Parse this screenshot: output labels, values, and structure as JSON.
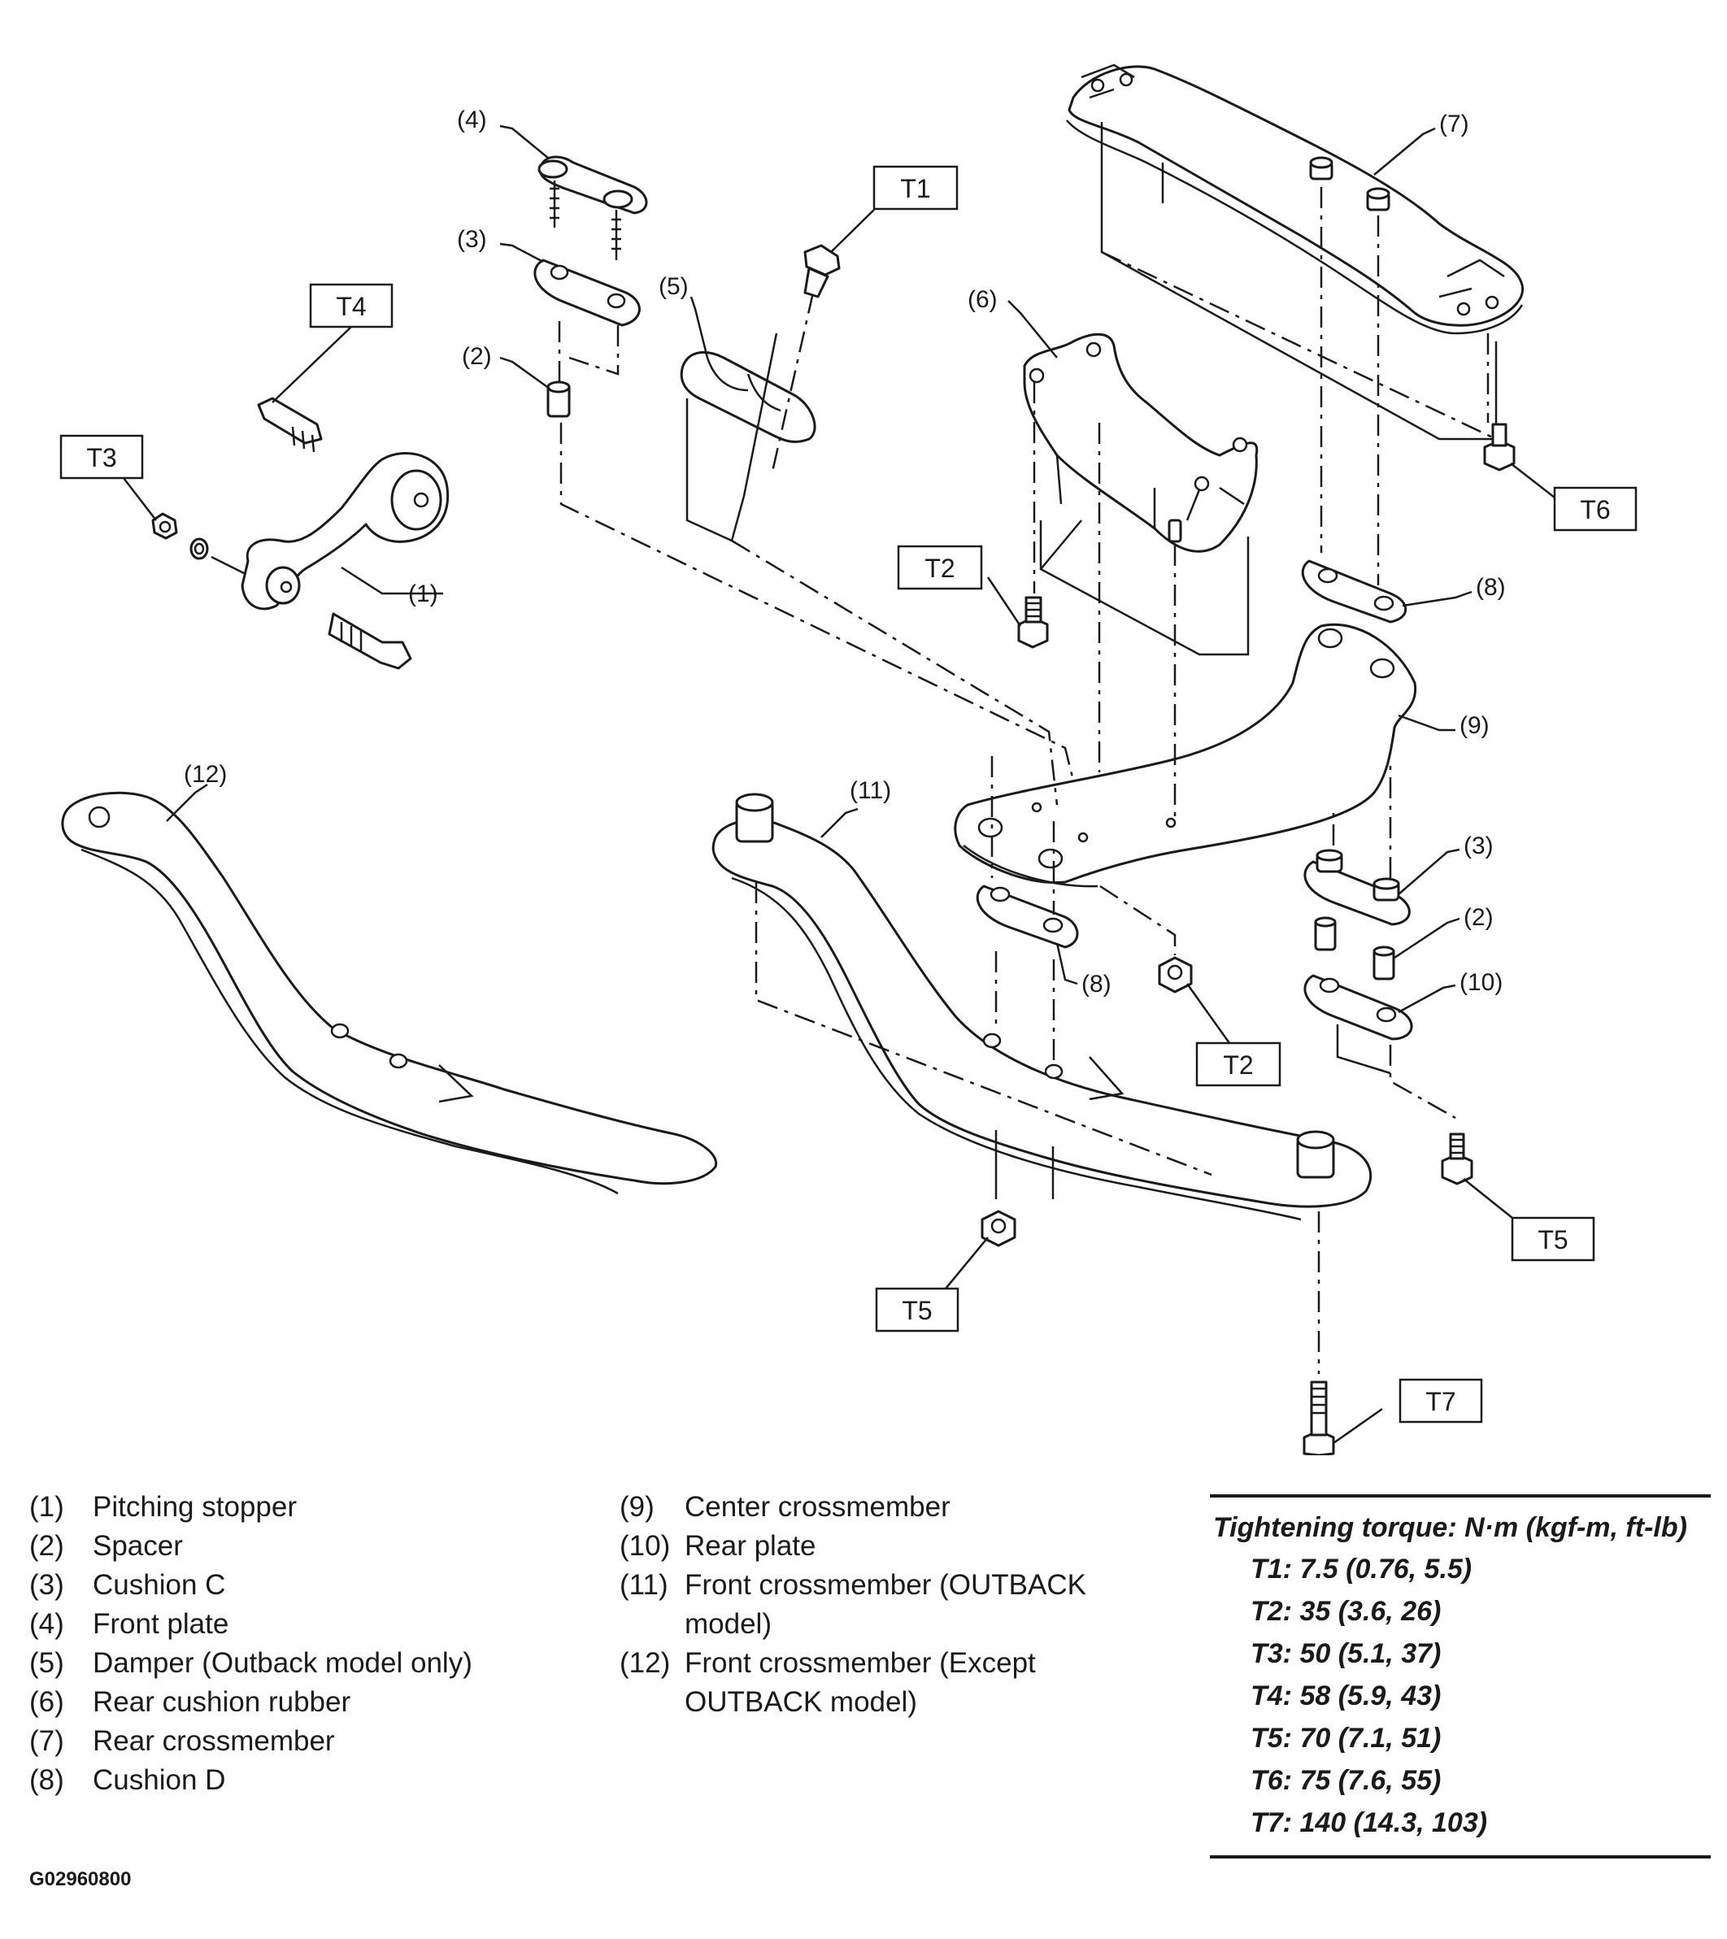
{
  "diagram": {
    "callouts": {
      "c1": "(1)",
      "c2a": "(2)",
      "c2b": "(2)",
      "c3a": "(3)",
      "c3b": "(3)",
      "c4": "(4)",
      "c5": "(5)",
      "c6": "(6)",
      "c7": "(7)",
      "c8a": "(8)",
      "c8b": "(8)",
      "c9": "(9)",
      "c10": "(10)",
      "c11": "(11)",
      "c12": "(12)"
    },
    "torque_tags": {
      "t1": "T1",
      "t2a": "T2",
      "t2b": "T2",
      "t3": "T3",
      "t4": "T4",
      "t5a": "T5",
      "t5b": "T5",
      "t6": "T6",
      "t7": "T7"
    }
  },
  "legend_left": [
    {
      "num": "(1)",
      "label": "Pitching stopper"
    },
    {
      "num": "(2)",
      "label": "Spacer"
    },
    {
      "num": "(3)",
      "label": "Cushion C"
    },
    {
      "num": "(4)",
      "label": "Front plate"
    },
    {
      "num": "(5)",
      "label": "Damper (Outback model only)"
    },
    {
      "num": "(6)",
      "label": "Rear cushion rubber"
    },
    {
      "num": "(7)",
      "label": "Rear crossmember"
    },
    {
      "num": "(8)",
      "label": "Cushion D"
    }
  ],
  "legend_right": [
    {
      "num": "(9)",
      "label": "Center crossmember"
    },
    {
      "num": "(10)",
      "label": "Rear plate"
    },
    {
      "num": "(11)",
      "label": "Front crossmember (OUTBACK model)"
    },
    {
      "num": "(12)",
      "label": "Front crossmember (Except OUTBACK model)"
    }
  ],
  "torque_table": {
    "title": "Tightening torque: N·m (kgf-m, ft-lb)",
    "rows": [
      "T1: 7.5 (0.76, 5.5)",
      "T2: 35 (3.6, 26)",
      "T3: 50 (5.1, 37)",
      "T4: 58 (5.9, 43)",
      "T5: 70 (7.1, 51)",
      "T6: 75 (7.6, 55)",
      "T7: 140 (14.3, 103)"
    ]
  },
  "figure_code": "G02960800"
}
